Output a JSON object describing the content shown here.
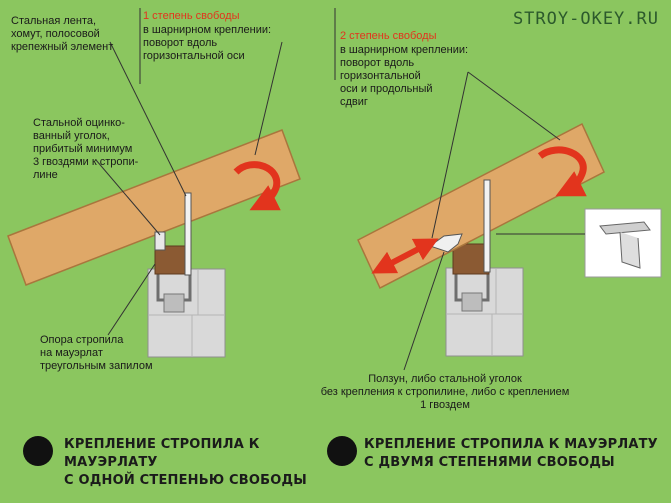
{
  "watermark": "STROY-OKEY.RU",
  "colors": {
    "background": "#8bc65f",
    "rafter": "#dfa868",
    "rafter_edge": "#a9763d",
    "masonry": "#d9d9d9",
    "masonry_edge": "#8f8f8f",
    "arrow": "#e2341d",
    "wood_block": "#8b5a33",
    "metal_strip": "#f2f2f2"
  },
  "left": {
    "label_strip": "Стальная лента,\nхомут, полосовой\nкрепежный элемент",
    "label_degree_title": "1 степень свободы",
    "label_degree_body": "в шарнирном креплении:\nповорот вдоль\nгоризонтальной оси",
    "label_angle": "Стальной оцинко-\nванный уголок,\nприбитый минимум\n3 гвоздями к стропи-\nлине",
    "label_support": "Опора стропила\nна мауэрлат\nтреугольным запилом",
    "caption": "КРЕПЛЕНИЕ СТРОПИЛА К МАУЭРЛАТУ\nС ОДНОЙ СТЕПЕНЬЮ СВОБОДЫ"
  },
  "right": {
    "label_degree_title": "2 степень свободы",
    "label_degree_body": "в шарнирном креплении:\nповорот вдоль\nгоризонтальной\nоси и продольный\nсдвиг",
    "label_slider": "Ползун, либо стальной уголок\nбез крепления к стропилине, либо с креплением\n1 гвоздем",
    "caption": "КРЕПЛЕНИЕ СТРОПИЛА К МАУЭРЛАТУ\nС ДВУМЯ СТЕПЕНЯМИ СВОБОДЫ"
  }
}
